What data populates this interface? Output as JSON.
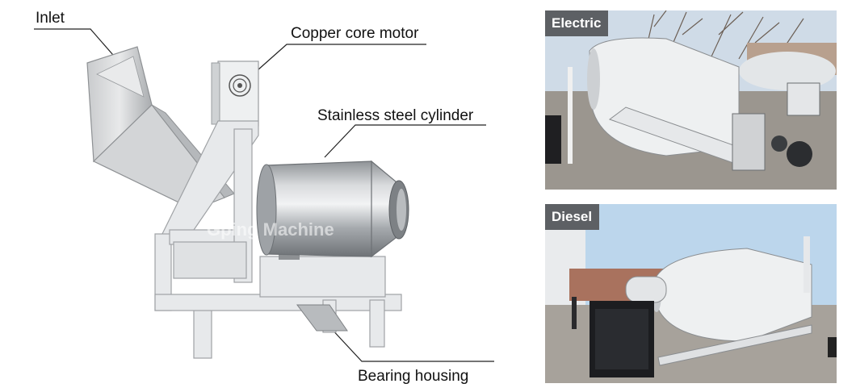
{
  "labels": {
    "inlet": "Inlet",
    "motor": "Copper core motor",
    "cylinder": "Stainless steel cylinder",
    "bearing": "Bearing housing"
  },
  "watermark": "Gping Machine",
  "photos": {
    "top_label": "Electric",
    "bottom_label": "Diesel"
  },
  "colors": {
    "label_bg": "#5d6064",
    "steel": "#b9bcbf",
    "frame": "#e6e8ea",
    "sky": "#bcd6ec"
  }
}
